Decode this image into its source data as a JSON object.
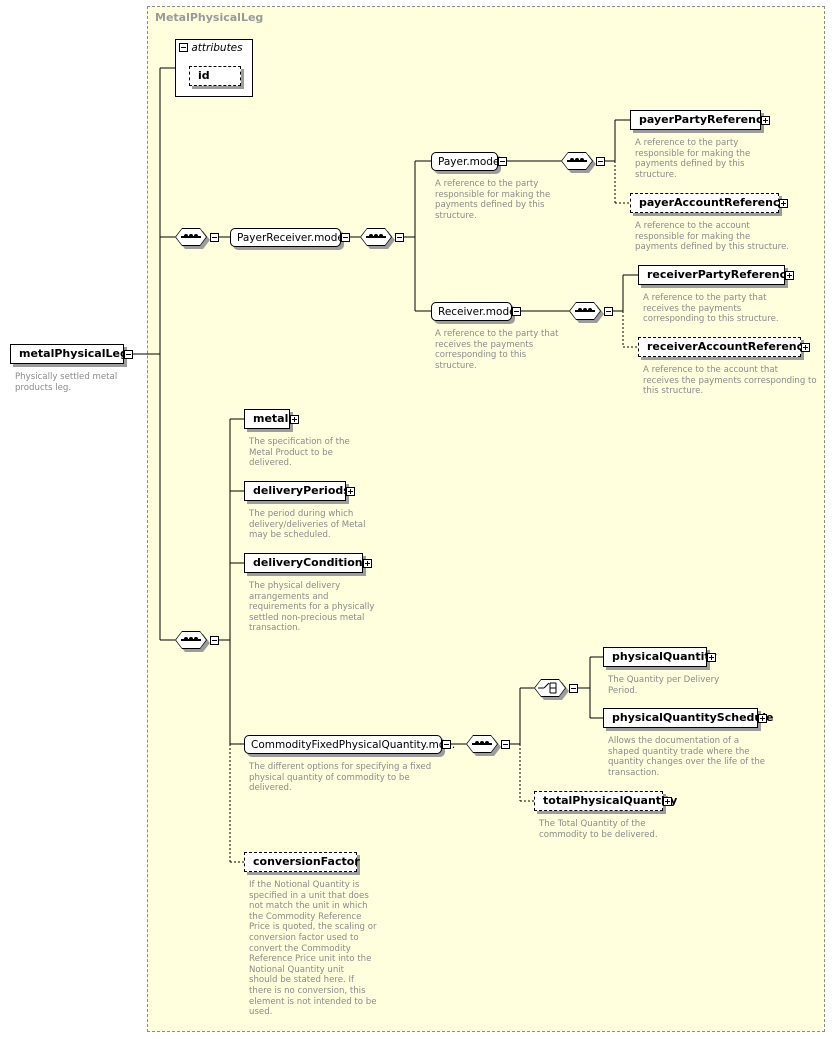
{
  "frame_title": "MetalPhysicalLeg",
  "root": {
    "label": "metalPhysicalLeg",
    "doc": "Physically settled metal\nproducts leg."
  },
  "attributes": {
    "header": "attributes",
    "id_label": "id"
  },
  "payer_receiver_model": {
    "label": "PayerReceiver.model"
  },
  "payer_model": {
    "label": "Payer.model",
    "doc": "A reference to the party\nresponsible for making the\npayments defined by this\nstructure."
  },
  "receiver_model": {
    "label": "Receiver.model",
    "doc": "A reference to the party that\nreceives the payments\ncorresponding to this\nstructure."
  },
  "payer_party_reference": {
    "label": "payerPartyReference",
    "doc": "A reference to the party\nresponsible for making the\npayments defined by this\nstructure."
  },
  "payer_account_reference": {
    "label": "payerAccountReference",
    "doc": "A reference to the account\nresponsible for making the\npayments defined by this structure."
  },
  "receiver_party_reference": {
    "label": "receiverPartyReference",
    "doc": "A reference to the party that\nreceives the payments\ncorresponding to this structure."
  },
  "receiver_account_reference": {
    "label": "receiverAccountReference",
    "doc": "A reference to the account that\nreceives the payments corresponding to\nthis structure."
  },
  "metal": {
    "label": "metal",
    "doc": "The specification of the\nMetal Product to be\ndelivered."
  },
  "delivery_periods": {
    "label": "deliveryPeriods",
    "doc": "The period during which\ndelivery/deliveries of Metal\nmay be scheduled."
  },
  "delivery_conditions": {
    "label": "deliveryConditions",
    "doc": "The physical delivery\narrangements and\nrequirements for a physically\nsettled non-precious metal\ntransaction."
  },
  "commodity_fixed_model": {
    "label": "CommodityFixedPhysicalQuantity.mo...",
    "doc": "The different options for specifying a fixed\nphysical quantity of commodity to be\ndelivered."
  },
  "physical_quantity": {
    "label": "physicalQuantity",
    "doc": "The Quantity per Delivery\nPeriod."
  },
  "physical_quantity_schedule": {
    "label": "physicalQuantitySchedule",
    "doc": "Allows the documentation of a\nshaped quantity trade where the\nquantity changes over the life of the\ntransaction."
  },
  "total_physical_quantity": {
    "label": "totalPhysicalQuantity",
    "doc": "The Total Quantity of the\ncommodity to be delivered."
  },
  "conversion_factor": {
    "label": "conversionFactor",
    "doc": "If the Notional Quantity is\nspecified in a unit that does\nnot match the unit in which\nthe Commodity Reference\nPrice is quoted, the scaling or\nconversion factor used to\nconvert the Commodity\nReference Price unit into the\nNotional Quantity unit\nshould be stated here. If\nthere is no conversion, this\nelement is not intended to be\nused."
  }
}
